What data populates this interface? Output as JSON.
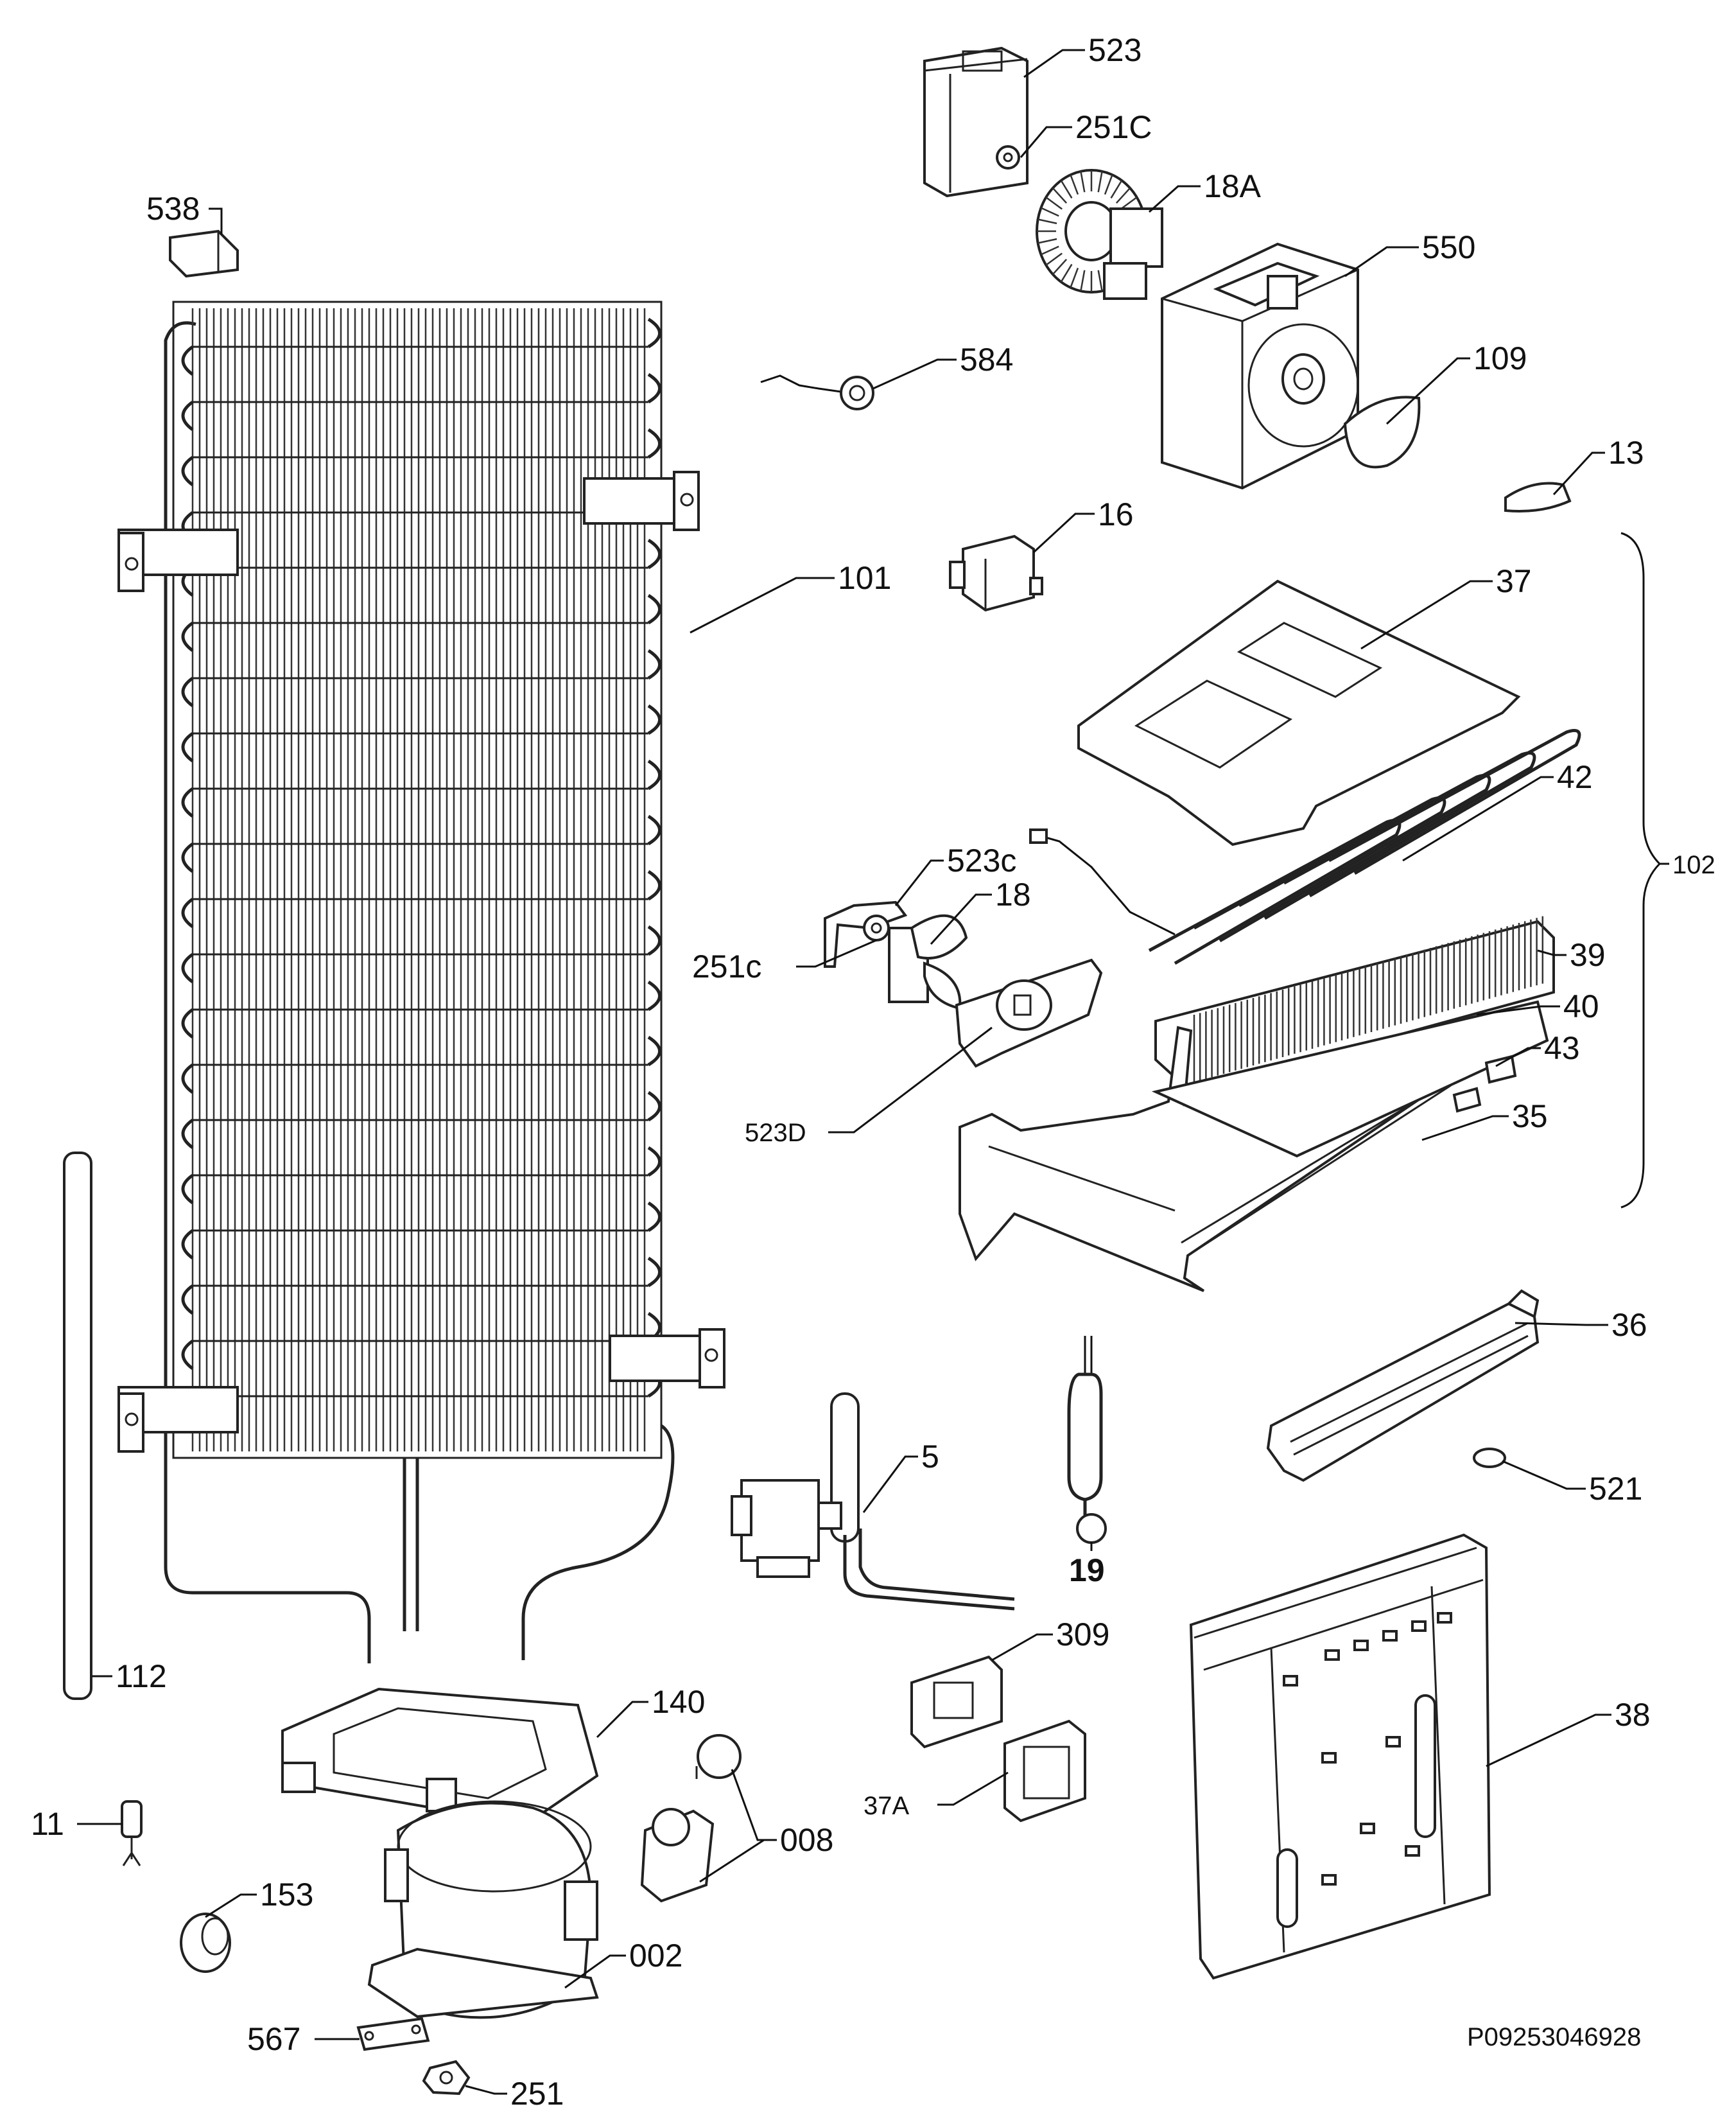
{
  "diagram": {
    "reference": "P09253046928",
    "labels": {
      "l523": "523",
      "l251C_top": "251C",
      "l18A": "18A",
      "l550": "550",
      "l538": "538",
      "l584": "584",
      "l109": "109",
      "l13": "13",
      "l16": "16",
      "l101": "101",
      "l37": "37",
      "l42": "42",
      "l102": "102",
      "l523c": "523c",
      "l18": "18",
      "l251c_mid": "251c",
      "l39": "39",
      "l40": "40",
      "l43": "43",
      "l523D": "523D",
      "l35": "35",
      "l36": "36",
      "l5": "5",
      "l19": "19",
      "l521": "521",
      "l309": "309",
      "l112": "112",
      "l140": "140",
      "l38": "38",
      "l37A": "37A",
      "l11": "11",
      "l008": "008",
      "l153": "153",
      "l002": "002",
      "l567": "567",
      "l251": "251"
    }
  }
}
